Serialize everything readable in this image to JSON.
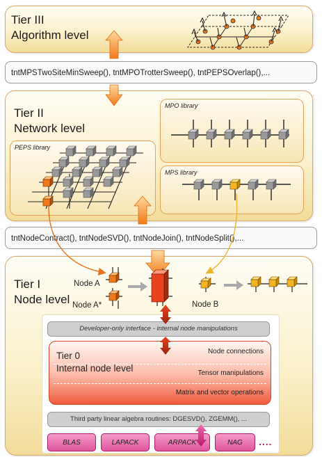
{
  "tier3": {
    "title_line1": "Tier III",
    "title_line2": "Algorithm level"
  },
  "tier3_functions": "tntMPSTwoSiteMinSweep(), tntMPOTrotterSweep(), tntPEPSOverlap(),...",
  "tier2": {
    "title_line1": "Tier II",
    "title_line2": "Network level",
    "peps_label": "PEPS library",
    "mpo_label": "MPO library",
    "mps_label": "MPS library"
  },
  "tier2_functions": "tntNodeContract(), tntNodeSVD(), tntNodeJoin(), tntNodeSplit(),...",
  "tier1": {
    "title_line1": "Tier I",
    "title_line2": "Node level",
    "node_a": "Node A",
    "node_a_star": "Node A*",
    "node_b": "Node B",
    "dev_interface": "Developer-only interface - internal node manipulations"
  },
  "tier0": {
    "title_line1": "Tier 0",
    "title_line2": "Internal node level",
    "row1": "Node connections",
    "row2": "Tensor manipulations",
    "row3": "Matrix and vector operations"
  },
  "third_party": "Third party linear algebra routines: DGESVD(), ZGEMM(), ...",
  "libraries": [
    "BLAS",
    "LAPACK",
    "ARPACK",
    "NAG"
  ],
  "libraries_more": "....",
  "colors": {
    "orange_node": "#f07a1a",
    "gray_node": "#9a9a9a",
    "yellow_node": "#f5b522",
    "red_node": "#e8431c"
  }
}
